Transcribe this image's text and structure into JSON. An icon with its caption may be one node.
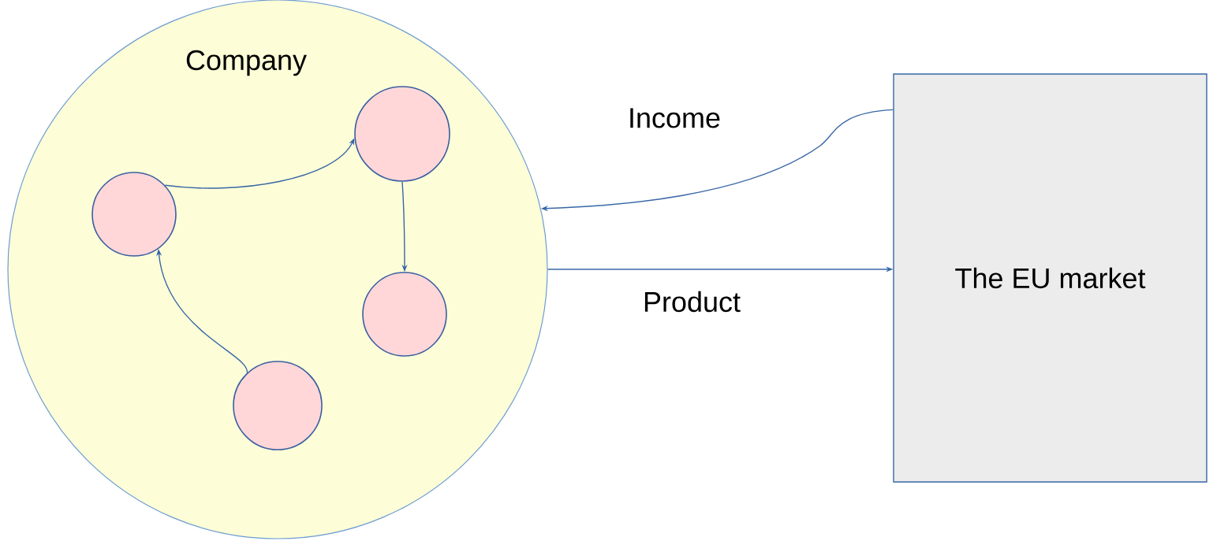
{
  "diagram": {
    "nodes": [
      {
        "text": [
          "Company"
        ]
      },
      {
        "text": [],
        "shape": "circle",
        "in": 0
      },
      {
        "text": [],
        "shape": "circle",
        "in": 0
      },
      {
        "text": [],
        "shape": "circle",
        "in": 0
      },
      {
        "text": [],
        "shape": "circle",
        "in": 0
      },
      {
        "text": [
          "The EU market"
        ]
      }
    ],
    "edges": [
      {
        "from": 1,
        "to": 2,
        "arrow": "to"
      },
      {
        "from": 2,
        "to": 3,
        "arrow": "to"
      },
      {
        "from": 4,
        "to": 1,
        "arrow": "to"
      },
      {
        "from": 5,
        "to": 0,
        "arrow": "to",
        "label": "Income"
      },
      {
        "from": 0,
        "to": 5,
        "arrow": "to",
        "label": "Product"
      }
    ]
  }
}
